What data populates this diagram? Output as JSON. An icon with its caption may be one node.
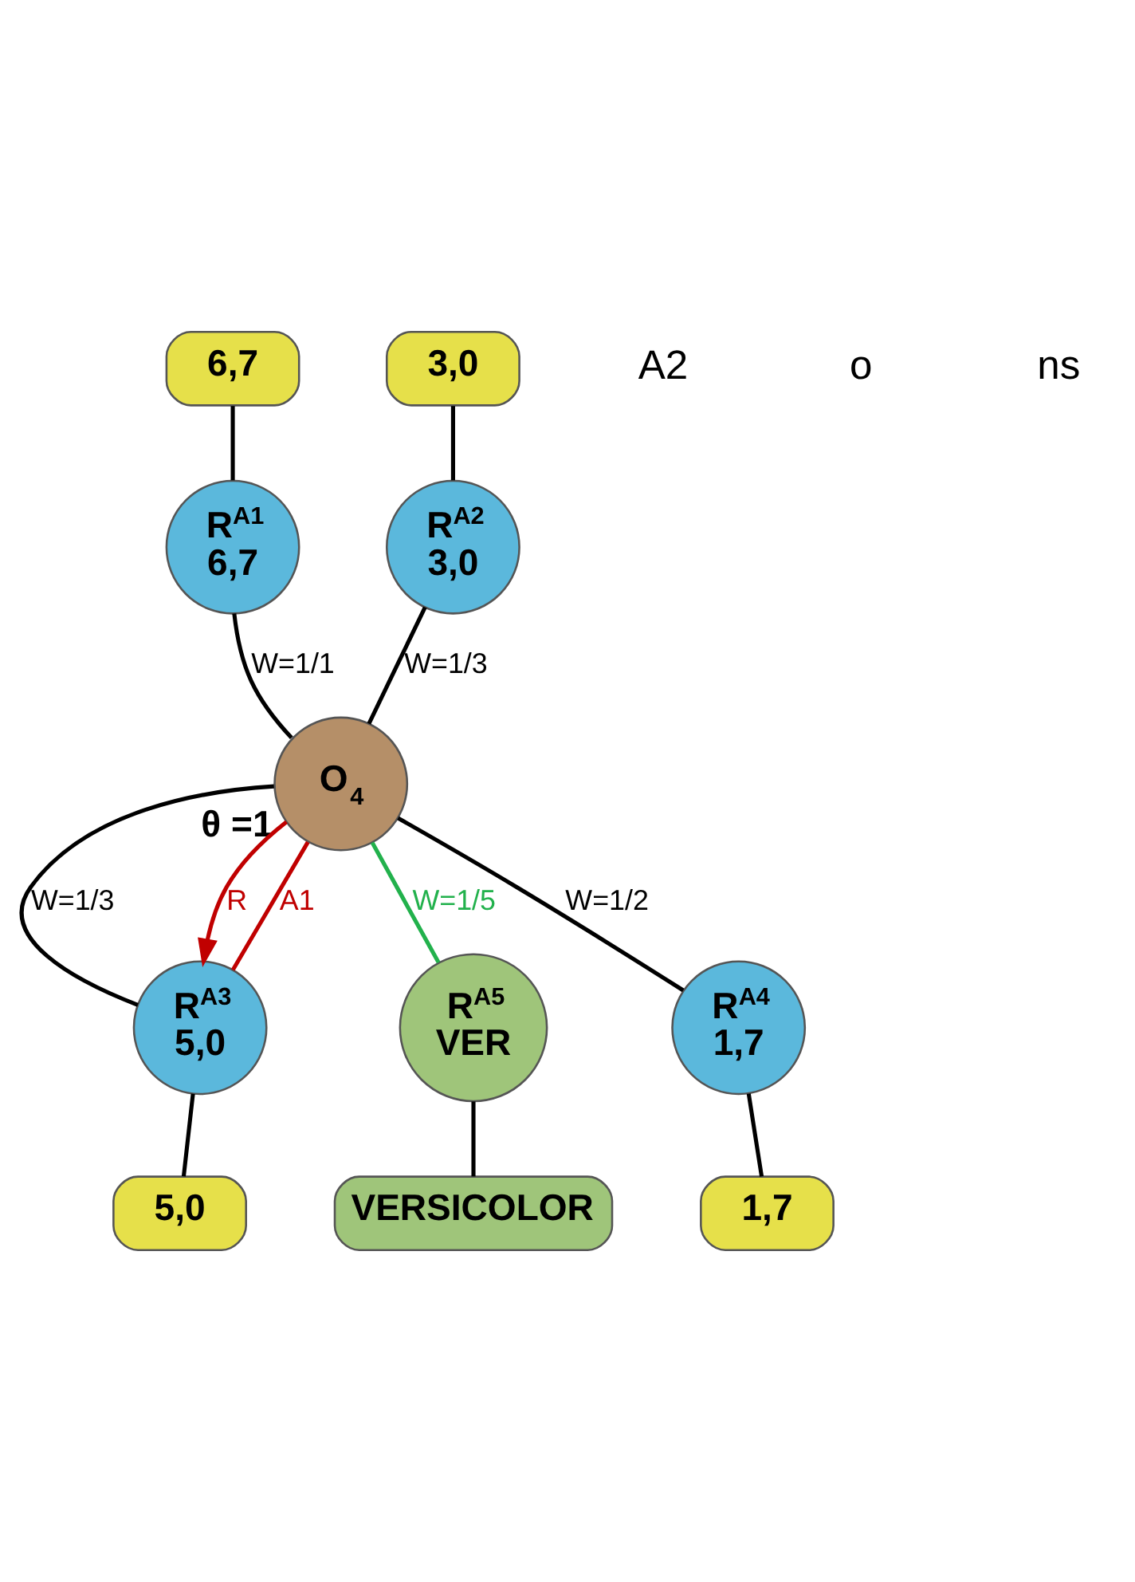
{
  "diagram": {
    "nodes": [
      {
        "text": [
          "6,7"
        ]
      },
      {
        "text": [
          "3,0"
        ]
      },
      {
        "text": [
          "R$^{A1}$",
          "6,7"
        ]
      },
      {
        "text": [
          "R$^{A2}$",
          "3,0"
        ]
      },
      {
        "text": [
          "O$_{4}$"
        ],
        "beside": [
          "θ =1"
        ]
      },
      {
        "text": [
          "R$^{A3}$",
          "5,0"
        ]
      },
      {
        "text": [
          "R$^{A5}$",
          "VER"
        ]
      },
      {
        "text": [
          "R$^{A4}$",
          "1,7"
        ]
      },
      {
        "text": [
          "5,0"
        ]
      },
      {
        "text": [
          "VERSICOLOR"
        ]
      },
      {
        "text": [
          "1,7"
        ]
      }
    ],
    "edges": [
      {
        "from": 0,
        "to": 2,
        "arrow": "none"
      },
      {
        "from": 1,
        "to": 3,
        "arrow": "none"
      },
      {
        "from": 2,
        "to": 4,
        "arrow": "none",
        "label": "W=1/1"
      },
      {
        "from": 3,
        "to": 4,
        "arrow": "none",
        "label": "W=1/3"
      },
      {
        "from": 4,
        "to": 5,
        "arrow": "none",
        "label": "W=1/3"
      },
      {
        "from": 4,
        "to": 6,
        "arrow": "none",
        "label": "W=1/5",
        "color": "#22b14c"
      },
      {
        "from": 4,
        "to": 7,
        "arrow": "none",
        "label": "W=1/2"
      },
      {
        "from": 5,
        "to": 8,
        "arrow": "none"
      },
      {
        "from": 6,
        "to": 9,
        "arrow": "none"
      },
      {
        "from": 7,
        "to": 10,
        "arrow": "none"
      },
      {
        "from": 5,
        "to": 4,
        "arrow": "none",
        "label": "A1",
        "color": "#c00000"
      },
      {
        "from": 4,
        "to": 5,
        "arrow": "to",
        "label": "R",
        "color": "#c00000"
      }
    ],
    "labels": [
      "A2",
      "o",
      "ns"
    ]
  }
}
